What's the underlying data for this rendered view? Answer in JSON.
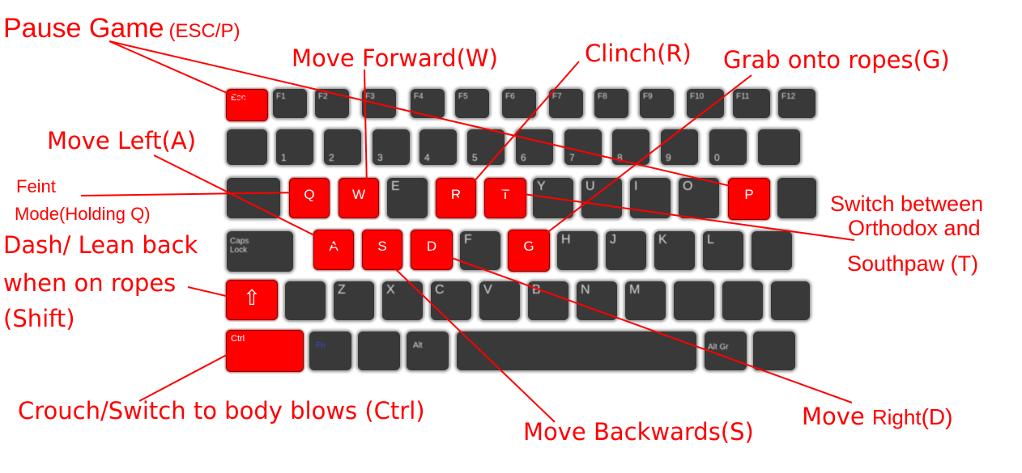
{
  "colors": {
    "accent": "#ff0000",
    "key": "#393939",
    "key_text": "#d8d8d8"
  },
  "keys": {
    "esc": "Esc",
    "f1": "F1",
    "f2": "F2",
    "f3": "F3",
    "f4": "F4",
    "f5": "F5",
    "f6": "F6",
    "f7": "F7",
    "f8": "F8",
    "f9": "F9",
    "f10": "F10",
    "f11": "F11",
    "f12": "F12",
    "n1": "1",
    "n2": "2",
    "n3": "3",
    "n4": "4",
    "n5": "5",
    "n6": "6",
    "n7": "7",
    "n8": "8",
    "n9": "9",
    "n0": "0",
    "q": "Q",
    "w": "W",
    "e": "E",
    "r": "R",
    "t": "T",
    "y": "Y",
    "u": "U",
    "i": "I",
    "o": "O",
    "p": "P",
    "caps": "Caps Lock",
    "a": "A",
    "s": "S",
    "d": "D",
    "f": "F",
    "g": "G",
    "h": "H",
    "j": "J",
    "k": "K",
    "l": "L",
    "shift": "⇧",
    "z": "Z",
    "x": "X",
    "c": "C",
    "v": "V",
    "b": "B",
    "n": "N",
    "m": "M",
    "ctrl": "Ctrl",
    "fn": "Fn",
    "alt": "Alt",
    "altgr": "Alt Gr"
  },
  "labels": {
    "pause_game": "Pause Game",
    "pause_game_keys": "(ESC/P)",
    "move_forward": "Move Forward(W)",
    "clinch": "Clinch(R)",
    "grab_ropes": "Grab onto ropes(G)",
    "move_left": "Move Left(A)",
    "feint_line1": "Feint",
    "feint_line2": "Mode(Holding Q)",
    "switch_line1": "Switch between",
    "switch_line2": "Orthodox and",
    "switch_line3": "Southpaw (T)",
    "dash_line1": "Dash/ Lean back",
    "dash_line2": "when on ropes",
    "dash_line3": "(Shift)",
    "crouch": "Crouch/Switch to body blows (Ctrl)",
    "move_backwards": "Move Backwards(S)",
    "move_right_word": "Move",
    "move_right_key": "Right",
    "move_right_paren": "(D)"
  }
}
